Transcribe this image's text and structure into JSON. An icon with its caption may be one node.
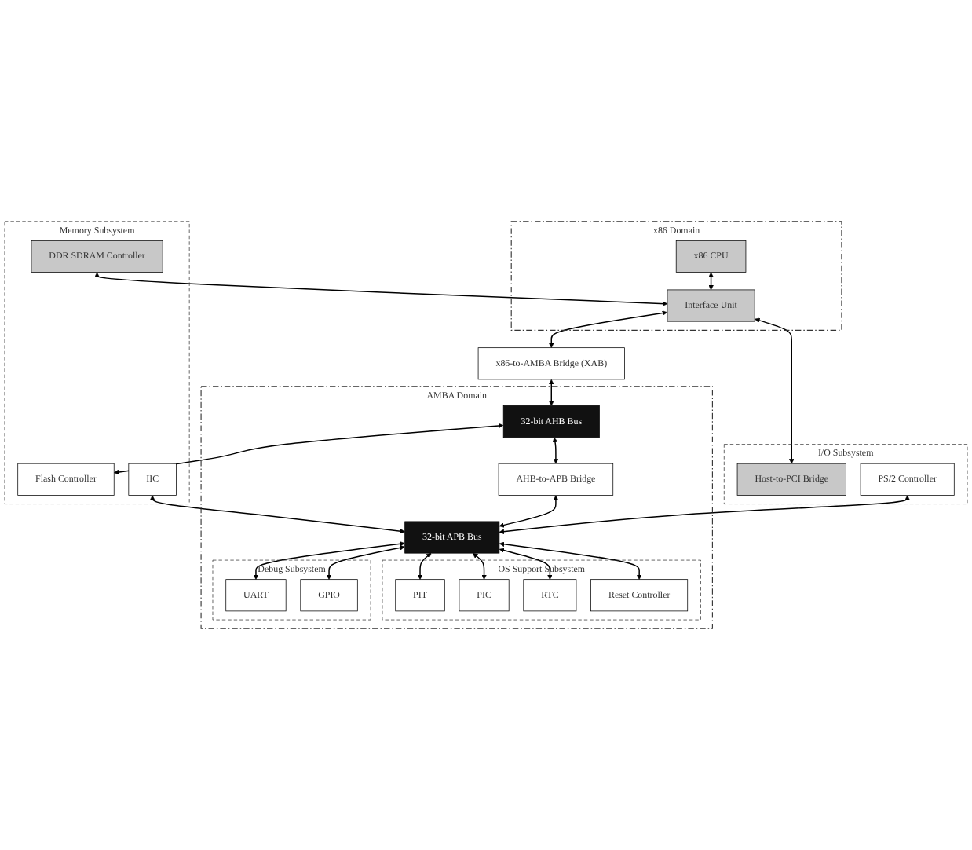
{
  "diagram": {
    "nodes": [
      {
        "text": [
          "x86 Domain"
        ]
      },
      {
        "text": [
          "x86 CPU"
        ],
        "in": 0
      },
      {
        "text": [
          "Memory Subsystem"
        ]
      },
      {
        "text": [
          "DDR SDRAM Controller"
        ],
        "in": 2
      },
      {
        "text": [
          "Interface Unit"
        ],
        "in": 0
      },
      {
        "text": [
          "I/O Subsystem"
        ]
      },
      {
        "text": [
          "Host-to-PCI Bridge"
        ],
        "in": 5
      },
      {
        "text": [
          "x86-to-AMBA Bridge (XAB)"
        ]
      },
      {
        "text": [
          "AMBA Domain"
        ]
      },
      {
        "text": [
          "32-bit AHB Bus"
        ],
        "in": 8
      },
      {
        "text": [
          "Flash Controller"
        ],
        "in": 2
      },
      {
        "text": [
          "IIC"
        ],
        "in": 2
      },
      {
        "text": [
          "AHB-to-APB Bridge"
        ],
        "in": 8
      },
      {
        "text": [
          "PS/2 Controller"
        ],
        "in": 5
      },
      {
        "text": [
          "32-bit APB Bus"
        ],
        "in": 8
      },
      {
        "text": [
          "OS Support Subsystem"
        ],
        "in": 8
      },
      {
        "text": [
          "PIT"
        ],
        "in": 15
      },
      {
        "text": [
          "PIC"
        ],
        "in": 15
      },
      {
        "text": [
          "RTC"
        ],
        "in": 15
      },
      {
        "text": [
          "Reset Controller"
        ],
        "in": 15
      },
      {
        "text": [
          "Debug Subsystem"
        ],
        "in": 8
      },
      {
        "text": [
          "UART"
        ],
        "in": 20
      },
      {
        "text": [
          "GPIO"
        ],
        "in": 20
      }
    ],
    "edges": [
      {
        "from": 1,
        "to": 4,
        "arrow": "both"
      },
      {
        "from": 3,
        "to": 4,
        "arrow": "both"
      },
      {
        "from": 4,
        "to": 6,
        "arrow": "both"
      },
      {
        "from": 4,
        "to": 7,
        "arrow": "both"
      },
      {
        "from": 7,
        "to": 9,
        "arrow": "both"
      },
      {
        "from": 9,
        "to": 10,
        "arrow": "both"
      },
      {
        "from": 9,
        "to": 12,
        "arrow": "both"
      },
      {
        "from": 11,
        "to": 14,
        "arrow": "both"
      },
      {
        "from": 12,
        "to": 14,
        "arrow": "both"
      },
      {
        "from": 13,
        "to": 14,
        "arrow": "both"
      },
      {
        "from": 14,
        "to": 16,
        "arrow": "both"
      },
      {
        "from": 14,
        "to": 17,
        "arrow": "both"
      },
      {
        "from": 14,
        "to": 18,
        "arrow": "both"
      },
      {
        "from": 14,
        "to": 19,
        "arrow": "both"
      },
      {
        "from": 14,
        "to": 21,
        "arrow": "both"
      },
      {
        "from": 14,
        "to": 22,
        "arrow": "both"
      }
    ]
  }
}
